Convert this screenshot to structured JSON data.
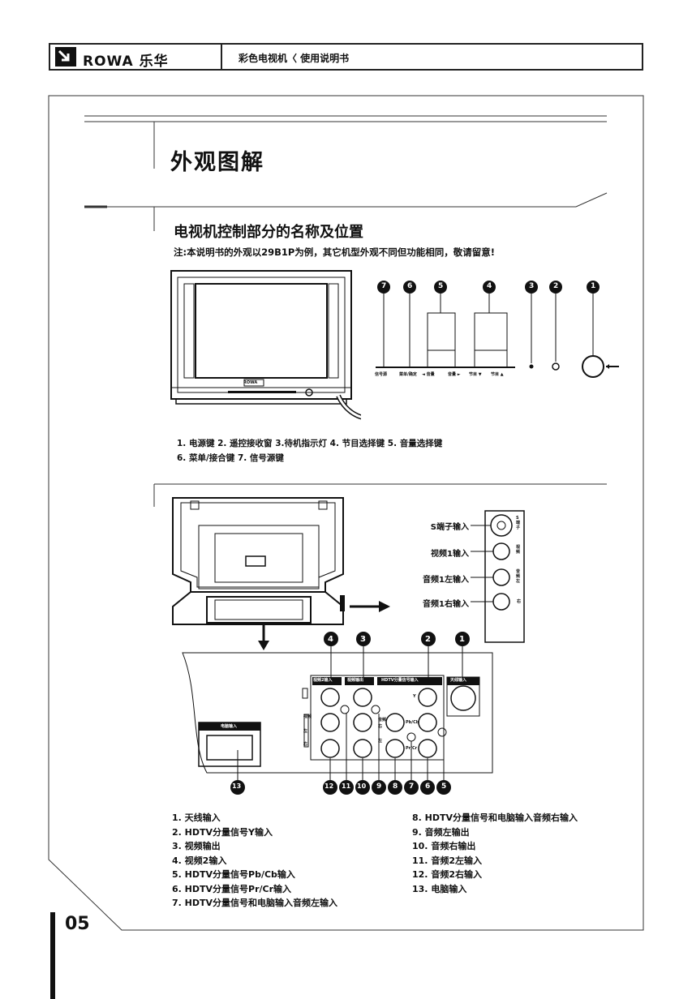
{
  "header": {
    "brand": "ROWA 乐华",
    "doc_title": "彩色电视机〈 使用说明书"
  },
  "section_title": "外观图解",
  "subtitle": "电视机控制部分的名称及位置",
  "note": "注:本说明书的外观以29B1P为例，其它机型外观不同但功能相同，敬请留意!",
  "front_panel": {
    "callouts": [
      "7",
      "6",
      "5",
      "4",
      "3",
      "2",
      "1"
    ],
    "button_labels": [
      "信号源",
      "菜单/确定",
      "◄ 音量",
      "音量 ►",
      "节目 ▼",
      "节目 ▲"
    ],
    "tv_logo": "ROWA",
    "legend_line1": "1. 电源键  2. 遥控接收窗  3.待机指示灯   4. 节目选择键  5. 音量选择键",
    "legend_line2": "6. 菜单/接合键  7. 信号源键"
  },
  "side_panel": {
    "labels": [
      "S端子输入",
      "视频1输入",
      "音频1左输入",
      "音频1右输入"
    ],
    "tags": [
      "S端子",
      "视频",
      "音频左",
      "右"
    ]
  },
  "rear_panel": {
    "top_callouts": [
      "4",
      "3",
      "2",
      "1"
    ],
    "bottom_callouts": [
      "13",
      "12",
      "11",
      "10",
      "9",
      "8",
      "7",
      "6",
      "5"
    ],
    "group_labels": [
      "视频2输入",
      "视频输出",
      "HDTV分量信号输入",
      "天线输入"
    ],
    "vga_label": "电脑输入",
    "jack_tags": [
      "Y",
      "Pb/Cb",
      "Pr/Cr"
    ],
    "side_tags": [
      "音频",
      "右",
      "左",
      "视频",
      "左",
      "右"
    ]
  },
  "parts_left": [
    "1. 天线输入",
    "2. HDTV分量信号Y输入",
    "3. 视频输出",
    "4. 视频2输入",
    "5. HDTV分量信号Pb/Cb输入",
    "6. HDTV分量信号Pr/Cr输入",
    "7. HDTV分量信号和电脑输入音频左输入"
  ],
  "parts_right": [
    "8. HDTV分量信号和电脑输入音频右输入",
    "9. 音频左输出",
    "10. 音频右输出",
    "11. 音频2左输入",
    "12. 音频2右输入",
    "13. 电脑输入"
  ],
  "page_number": "05",
  "colors": {
    "ink": "#111111",
    "paper": "#ffffff"
  }
}
